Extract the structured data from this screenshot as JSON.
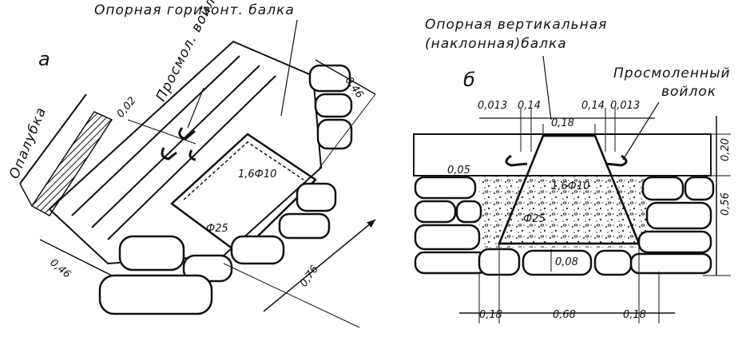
{
  "left": {
    "letter": "а",
    "label_beam": "Опорная горизонт. балка",
    "label_felt": "Просмол. войлок",
    "label_formwork": "Опалубка",
    "dim_gap": "0,02",
    "dim_top": "0,46",
    "dim_bottom": "0,46",
    "dim_diag": "0,76",
    "rebar_main": "1,6Ф10",
    "rebar_stirrup": "Ф25"
  },
  "right": {
    "letter": "б",
    "label_beam_line1": "Опорная вертикальная",
    "label_beam_line2": "(наклонная)балка",
    "label_felt_line1": "Просмоленный",
    "label_felt_line2": "войлок",
    "dim_013_left": "0,013",
    "dim_014_left": "0,14",
    "dim_018_top": "0,18",
    "dim_014_right": "0,14",
    "dim_013_right": "0,013",
    "dim_005": "0,05",
    "dim_020": "0,20",
    "dim_056": "0,56",
    "rebar_main": "1,6Ф10",
    "rebar_stirrup": "Ф25",
    "dim_008": "0,08",
    "dim_018_bl": "0,18",
    "dim_068": "0,68",
    "dim_018_br": "0,18"
  }
}
